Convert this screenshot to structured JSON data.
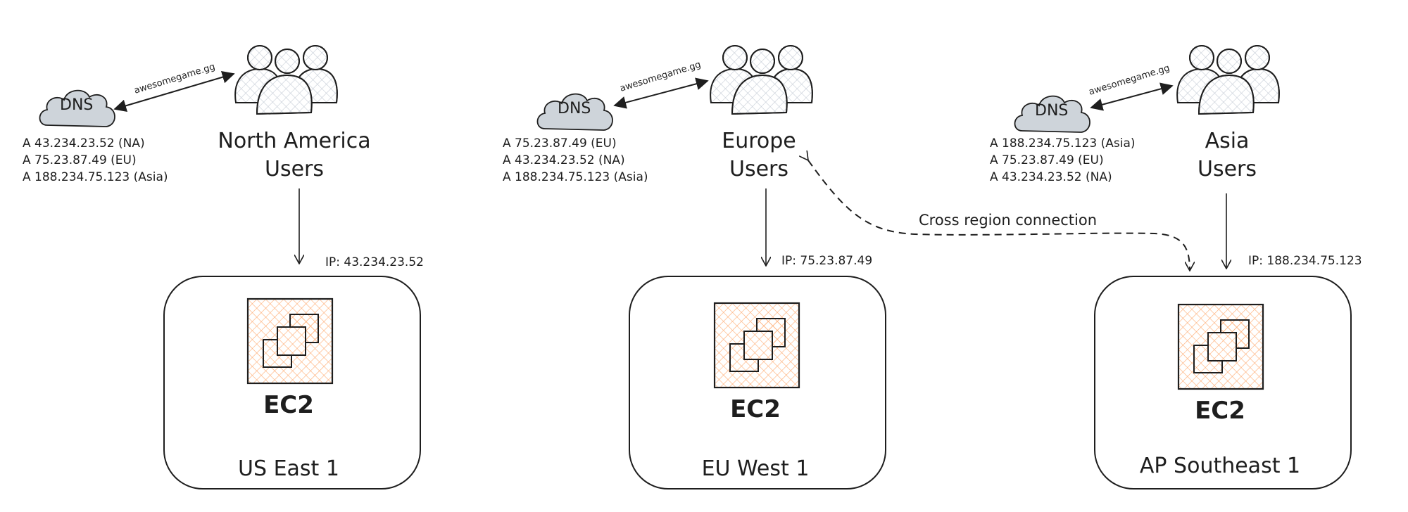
{
  "diagram": {
    "title": "Multi-region game server DNS routing",
    "colors": {
      "stroke": "#1e1e1e",
      "dns_fill": "#ced4da",
      "users_hatch": "#c5ccd6",
      "ec2_hatch": "#ffb07a"
    },
    "regions": [
      {
        "id": "na",
        "dns": {
          "label": "DNS",
          "domain": "awesomegame.gg",
          "records": [
            "A 43.234.23.52 (NA)",
            "A 75.23.87.49 (EU)",
            "A 188.234.75.123 (Asia)"
          ]
        },
        "users": {
          "line1": "North America",
          "line2": "Users"
        },
        "ip_label": "IP: 43.234.23.52",
        "instance_label": "EC2",
        "region_name": "US East 1"
      },
      {
        "id": "eu",
        "dns": {
          "label": "DNS",
          "domain": "awesomegame.gg",
          "records": [
            "A 75.23.87.49 (EU)",
            "A 43.234.23.52 (NA)",
            "A 188.234.75.123 (Asia)"
          ]
        },
        "users": {
          "line1": "Europe",
          "line2": "Users"
        },
        "ip_label": "IP: 75.23.87.49",
        "instance_label": "EC2",
        "region_name": "EU West 1"
      },
      {
        "id": "asia",
        "dns": {
          "label": "DNS",
          "domain": "awesomegame.gg",
          "records": [
            "A 188.234.75.123 (Asia)",
            "A 75.23.87.49 (EU)",
            "A 43.234.23.52 (NA)"
          ]
        },
        "users": {
          "line1": "Asia",
          "line2": "Users"
        },
        "ip_label": "IP: 188.234.75.123",
        "instance_label": "EC2",
        "region_name": "AP Southeast 1"
      }
    ],
    "cross_region": {
      "label": "Cross region connection",
      "from": "eu-users",
      "to": "ap-southeast-1"
    }
  }
}
